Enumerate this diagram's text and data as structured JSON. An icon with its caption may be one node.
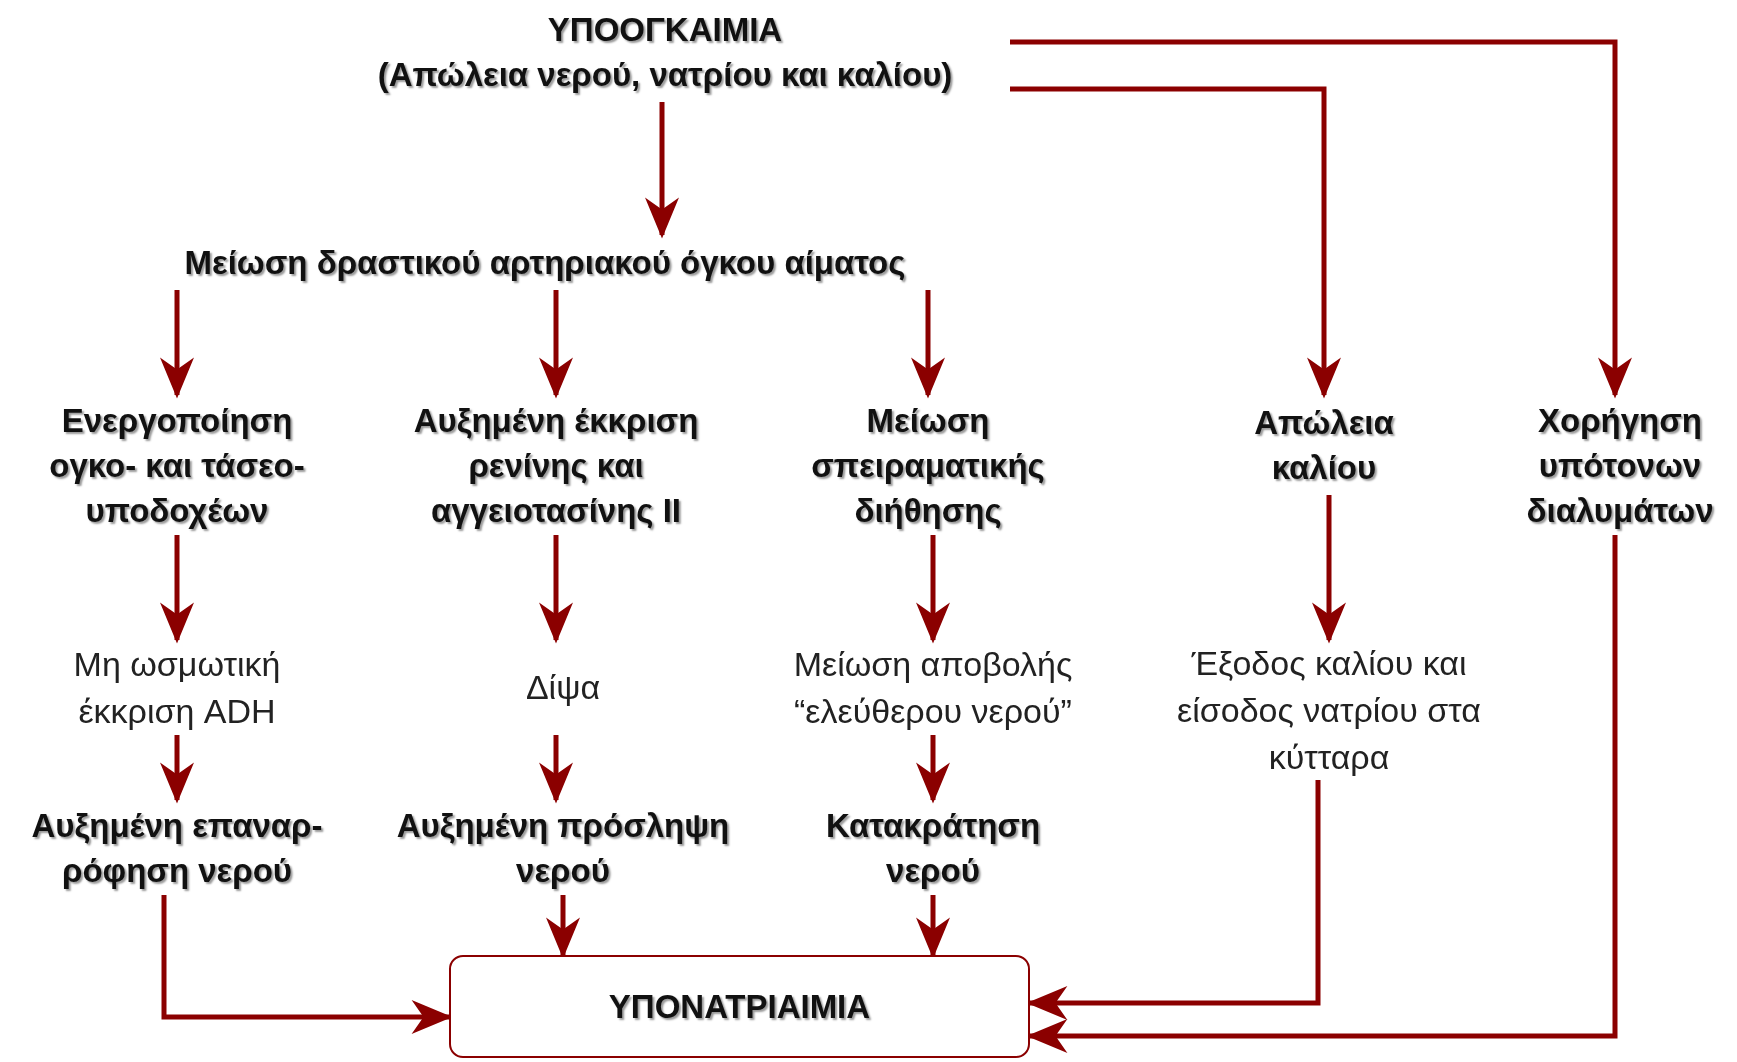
{
  "diagram": {
    "nodes": [
      {
        "text": [
          "ΥΠΟΟΓΚΑΙΜΙΑ",
          "(Απώλεια νερού, νατρίου και καλίου)"
        ]
      },
      {
        "text": [
          "Μείωση δραστικού αρτηριακού όγκου αίματος"
        ]
      },
      {
        "text": [
          "Ενεργοποίηση ογκο- και τάσεο- υποδοχέων"
        ]
      },
      {
        "text": [
          "Αυξημένη έκκριση ρενίνης και αγγειοτασίνης ΙΙ"
        ]
      },
      {
        "text": [
          "Μείωση σπειραματικής διήθησης"
        ]
      },
      {
        "text": [
          "Απώλεια καλίου"
        ]
      },
      {
        "text": [
          "Χορήγηση υπότονων διαλυμάτων"
        ]
      },
      {
        "text": [
          "Μη ωσμωτική έκκριση ADH"
        ]
      },
      {
        "text": [
          "Δίψα"
        ]
      },
      {
        "text": [
          "Μείωση αποβολής “ελεύθερου νερού”"
        ]
      },
      {
        "text": [
          "Έξοδος καλίου και είσοδος νατρίου στα κύτταρα"
        ]
      },
      {
        "text": [
          "Αυξημένη επαναρ- ρόφηση νερού"
        ]
      },
      {
        "text": [
          "Αυξημένη πρόσληψη νερού"
        ]
      },
      {
        "text": [
          "Κατακράτηση νερού"
        ]
      },
      {
        "text": [
          "ΥΠΟΝΑΤΡΙΑΙΜΙΑ"
        ]
      }
    ],
    "edges": [
      {
        "from": 0,
        "to": 1,
        "arrow": "to"
      },
      {
        "from": 1,
        "to": 2,
        "arrow": "to"
      },
      {
        "from": 1,
        "to": 3,
        "arrow": "to"
      },
      {
        "from": 1,
        "to": 4,
        "arrow": "to"
      },
      {
        "from": 0,
        "to": 5,
        "arrow": "to"
      },
      {
        "from": 0,
        "to": 6,
        "arrow": "to"
      },
      {
        "from": 2,
        "to": 7,
        "arrow": "to"
      },
      {
        "from": 3,
        "to": 8,
        "arrow": "to"
      },
      {
        "from": 4,
        "to": 9,
        "arrow": "to"
      },
      {
        "from": 5,
        "to": 10,
        "arrow": "to"
      },
      {
        "from": 7,
        "to": 11,
        "arrow": "to"
      },
      {
        "from": 8,
        "to": 12,
        "arrow": "to"
      },
      {
        "from": 9,
        "to": 13,
        "arrow": "to"
      },
      {
        "from": 11,
        "to": 14,
        "arrow": "to"
      },
      {
        "from": 12,
        "to": 14,
        "arrow": "to"
      },
      {
        "from": 13,
        "to": 14,
        "arrow": "to"
      },
      {
        "from": 10,
        "to": 14,
        "arrow": "to"
      },
      {
        "from": 6,
        "to": 14,
        "arrow": "to"
      }
    ]
  }
}
